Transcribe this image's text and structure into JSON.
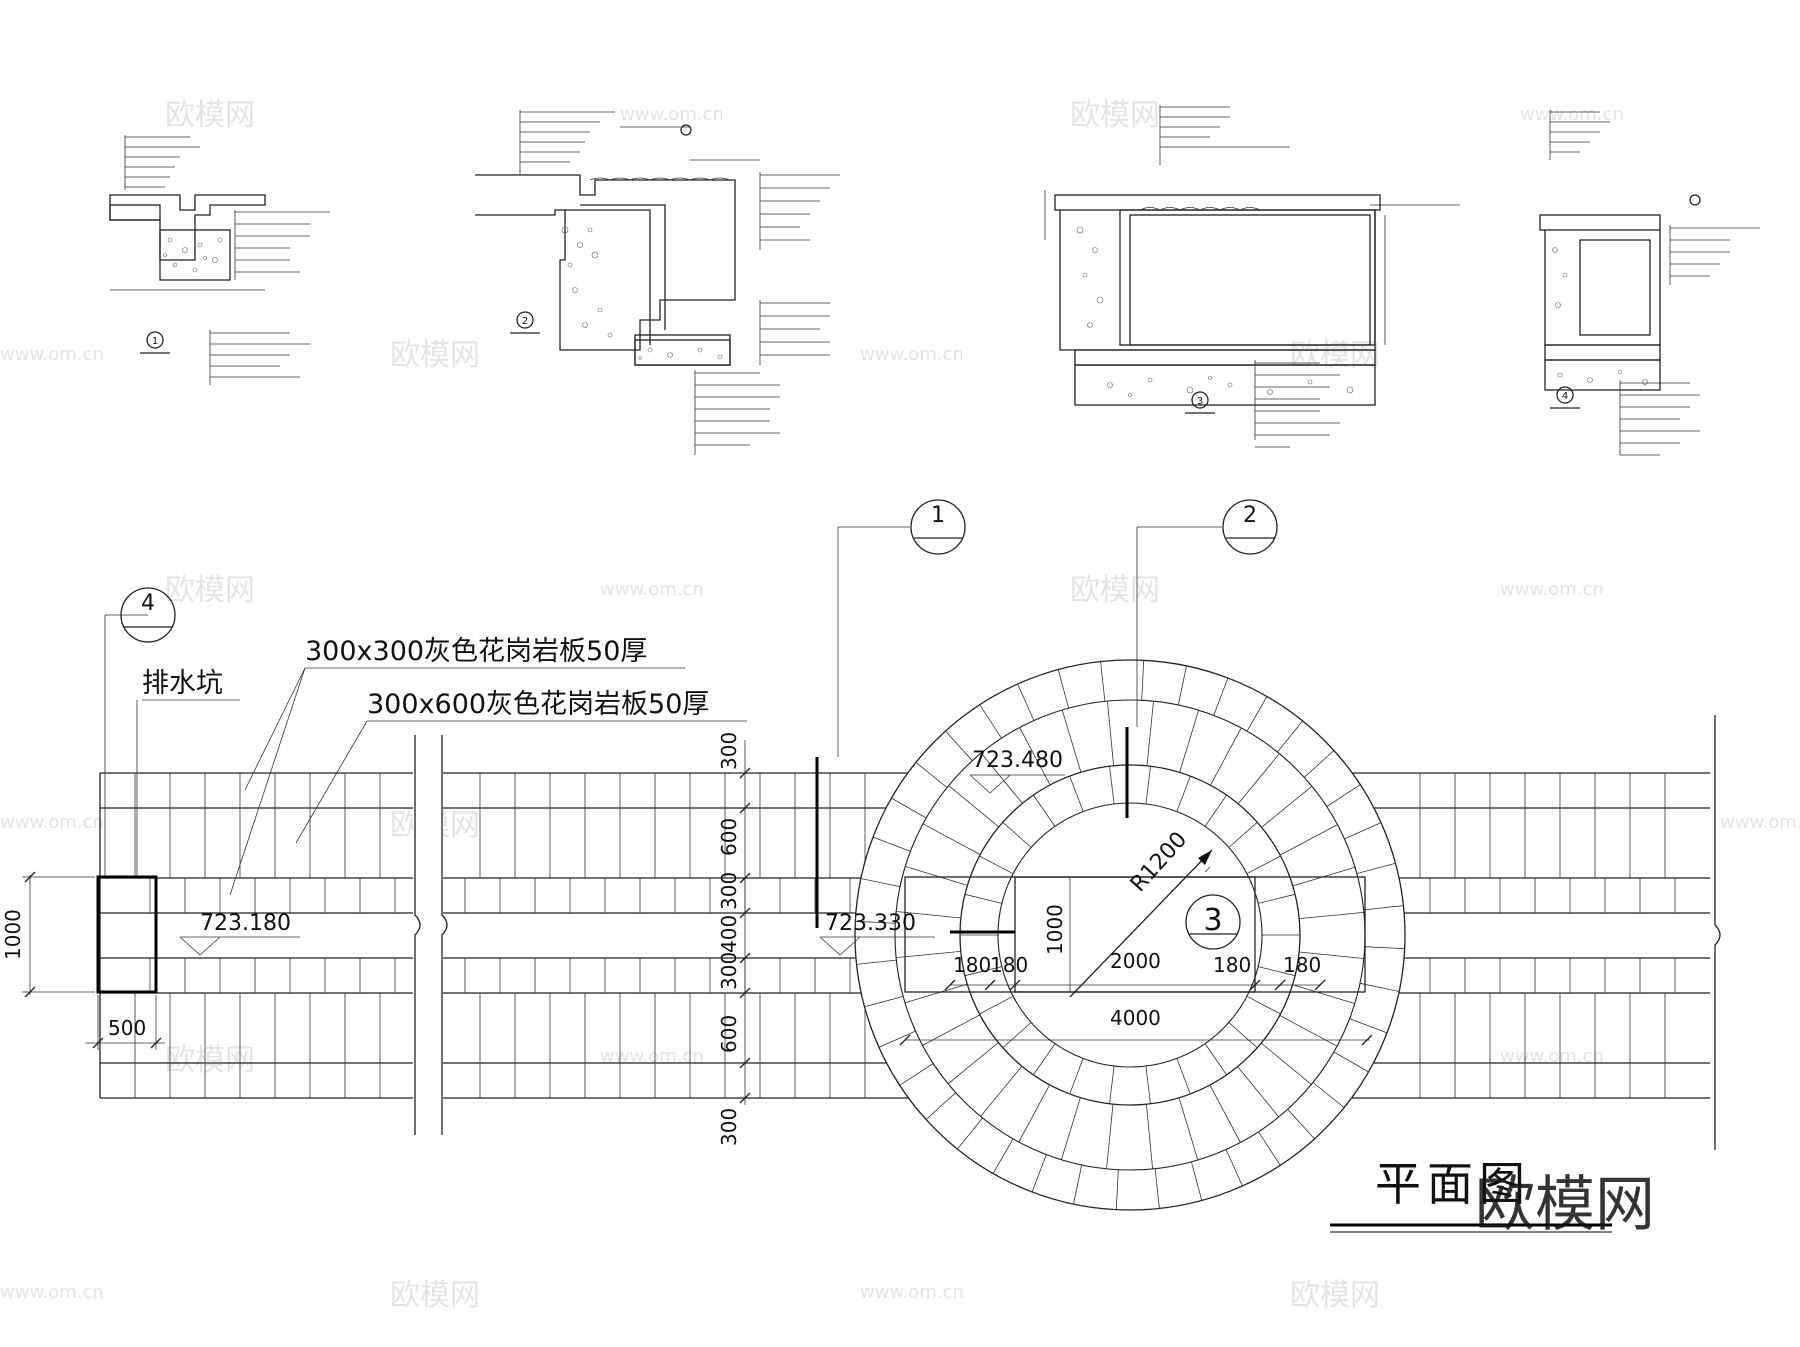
{
  "plan": {
    "title": "平面图",
    "callouts": [
      {
        "id": "4",
        "label": "排水坑"
      },
      {
        "id": "1"
      },
      {
        "id": "2"
      },
      {
        "id": "3"
      }
    ],
    "notes": [
      "300x300灰色花岗岩板50厚",
      "300x600灰色花岗岩板50厚"
    ],
    "drain_label": "排水坑",
    "elevations": [
      "723.180",
      "723.330",
      "723.480"
    ],
    "row_dimensions": [
      "300",
      "600",
      "300",
      "400",
      "300",
      "600",
      "300"
    ],
    "dimensions": {
      "left_height": "1000",
      "drain_width": "500",
      "radius": "R1200",
      "basin_height": "1000",
      "basin_inner": "2000",
      "basin_outer": "4000",
      "offset_a": "180",
      "offset_b": "180",
      "offset_c": "180",
      "offset_d": "180"
    }
  },
  "details": [
    {
      "id": "1"
    },
    {
      "id": "2"
    },
    {
      "id": "3"
    },
    {
      "id": "4"
    }
  ],
  "watermark": {
    "brand": "欧模网",
    "url": "www.om.cn"
  }
}
